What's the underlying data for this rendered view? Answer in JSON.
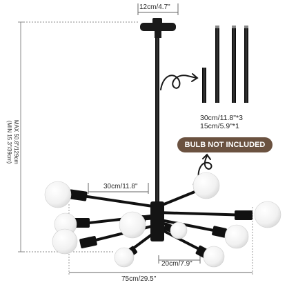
{
  "labels": {
    "canopy_width": "12cm/4.7\"",
    "rod_long": "30cm/11.8\"*3",
    "rod_short": "15cm/5.9\"*1",
    "bulb_notice": "BULB NOT INCLUDED",
    "arm_length": "30cm/11.8\"",
    "short_arm_length": "20cm/7.9\"",
    "total_width": "75cm/29.5\"",
    "max_height": "MAX 50.8\"/129cm",
    "min_height": "(MIN 15.3\"/39cm)"
  },
  "colors": {
    "fixture": "#1a1a1a",
    "badge": "#6b5240",
    "dimension_line": "#666666",
    "bulb": "#f4f4f4"
  }
}
